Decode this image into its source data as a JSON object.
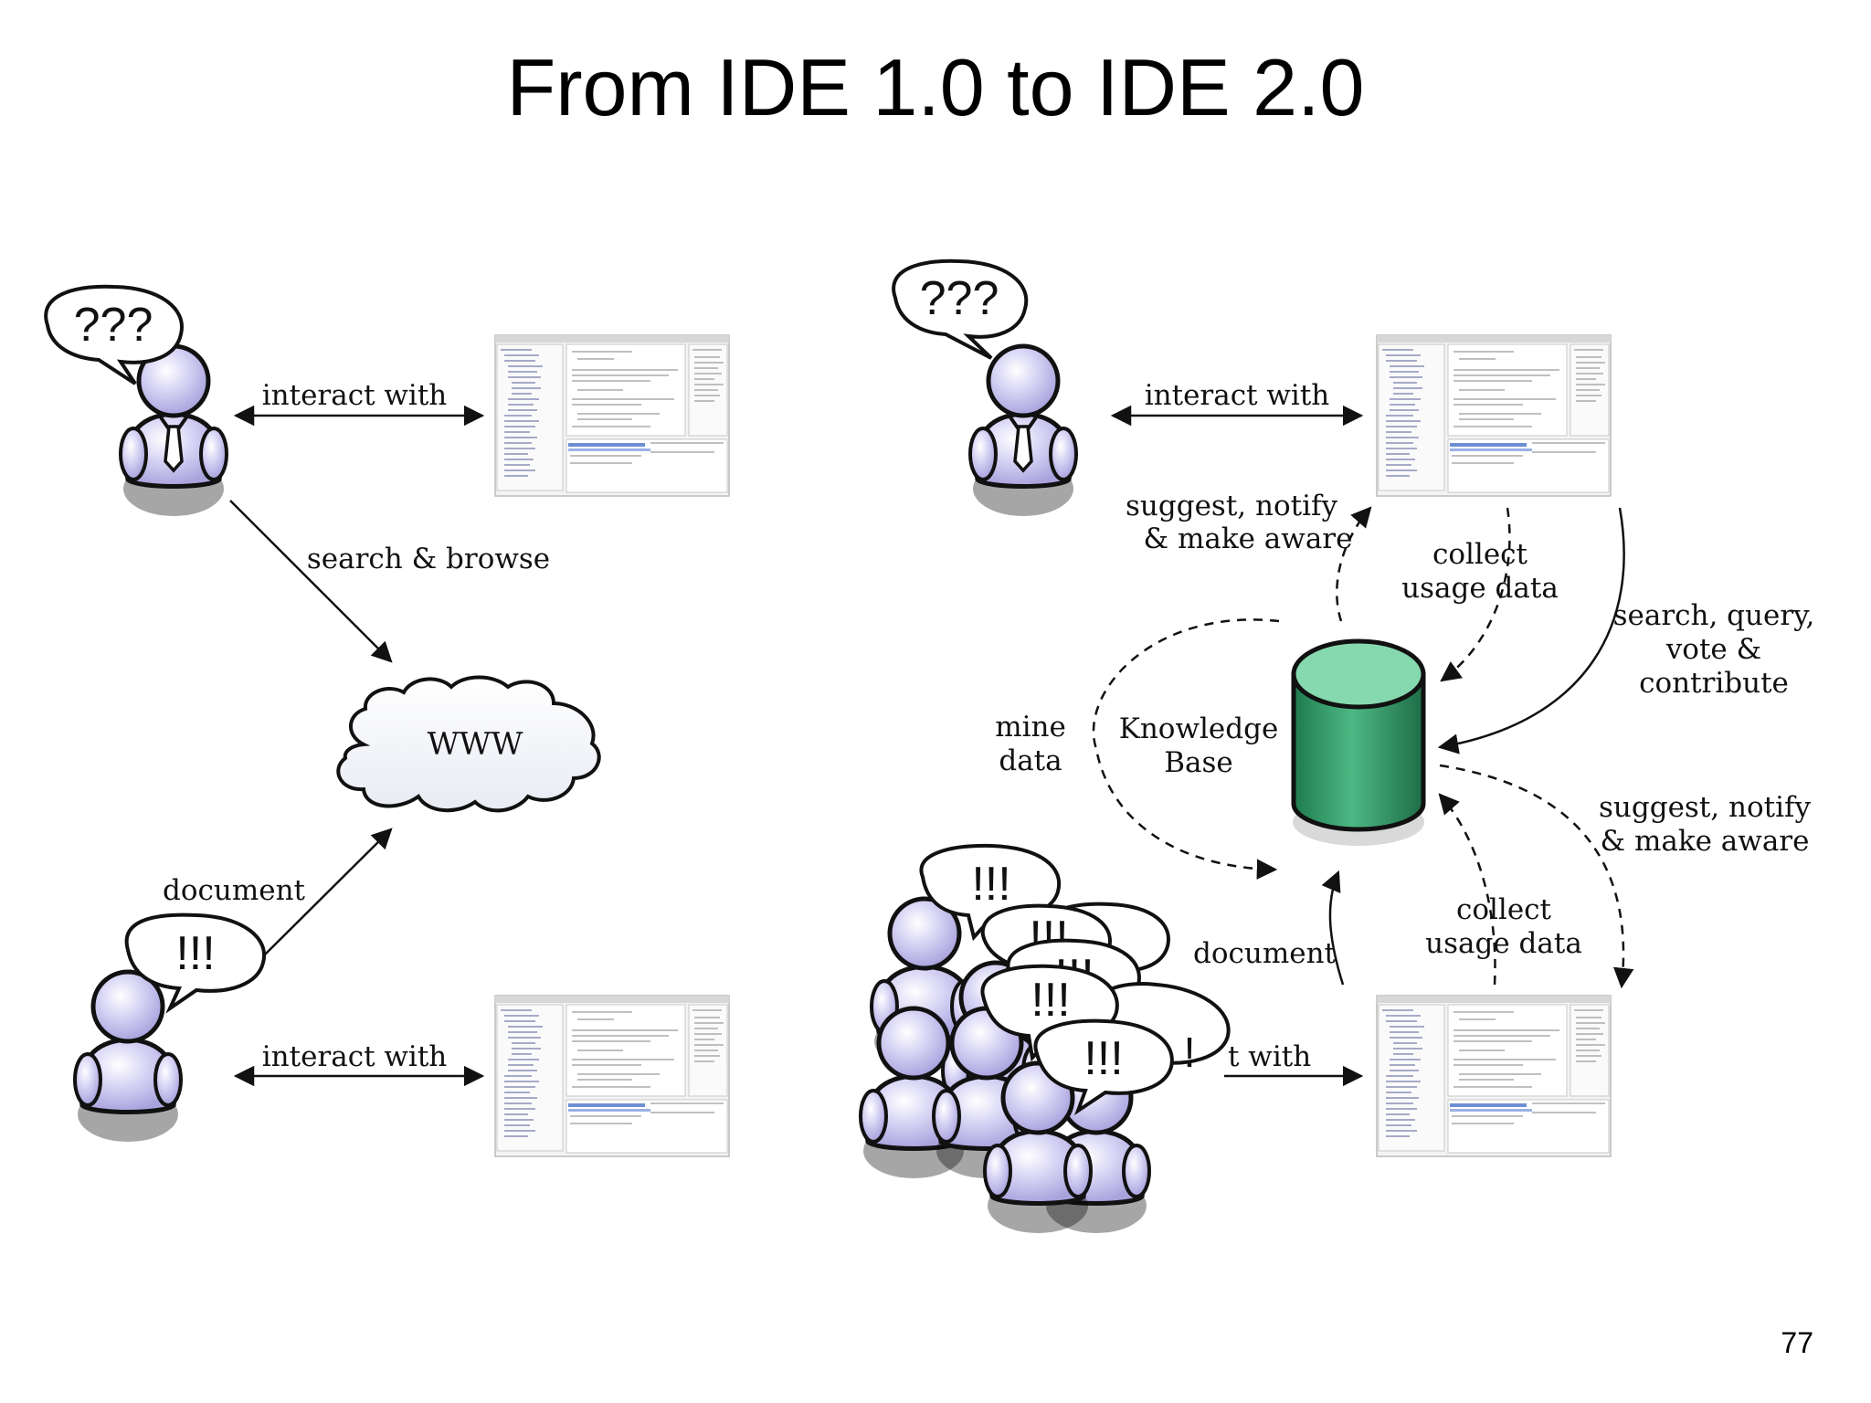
{
  "slide": {
    "title": "From IDE 1.0 to IDE 2.0",
    "page_number": "77"
  },
  "left_diagram": {
    "top_person_bubble": "???",
    "bottom_person_bubble": "!!!",
    "interact_top": "interact with",
    "interact_bottom": "interact with",
    "search_browse": "search & browse",
    "document": "document",
    "www": "WWW"
  },
  "right_diagram": {
    "top_person_bubble": "???",
    "crowd_bubble": "!!!",
    "crowd_bubble_partial": "!",
    "interact_top": "interact with",
    "interact_bottom_partial": "t with",
    "suggest_top_line1": "suggest, notify",
    "suggest_top_line2": "& make aware",
    "collect_top_line1": "collect",
    "collect_top_line2": "usage data",
    "search_query_line1": "search, query,",
    "search_query_line2": "vote &",
    "search_query_line3": "contribute",
    "mine_line1": "mine",
    "mine_line2": "data",
    "kb_line1": "Knowledge",
    "kb_line2": "Base",
    "suggest_bottom_line1": "suggest, notify",
    "suggest_bottom_line2": "& make aware",
    "collect_bottom_line1": "collect",
    "collect_bottom_line2": "usage data",
    "document": "document"
  },
  "colors": {
    "person_fill": "#c9c6ee",
    "person_stroke": "#111111",
    "db_fill": "#3a9e6e",
    "db_top": "#7fd3a8",
    "cloud_fill": "#f4f6fb"
  },
  "icons": {
    "person": "person-icon",
    "ide_screenshot": "ide-window-icon",
    "cloud": "cloud-icon",
    "database": "database-icon"
  }
}
